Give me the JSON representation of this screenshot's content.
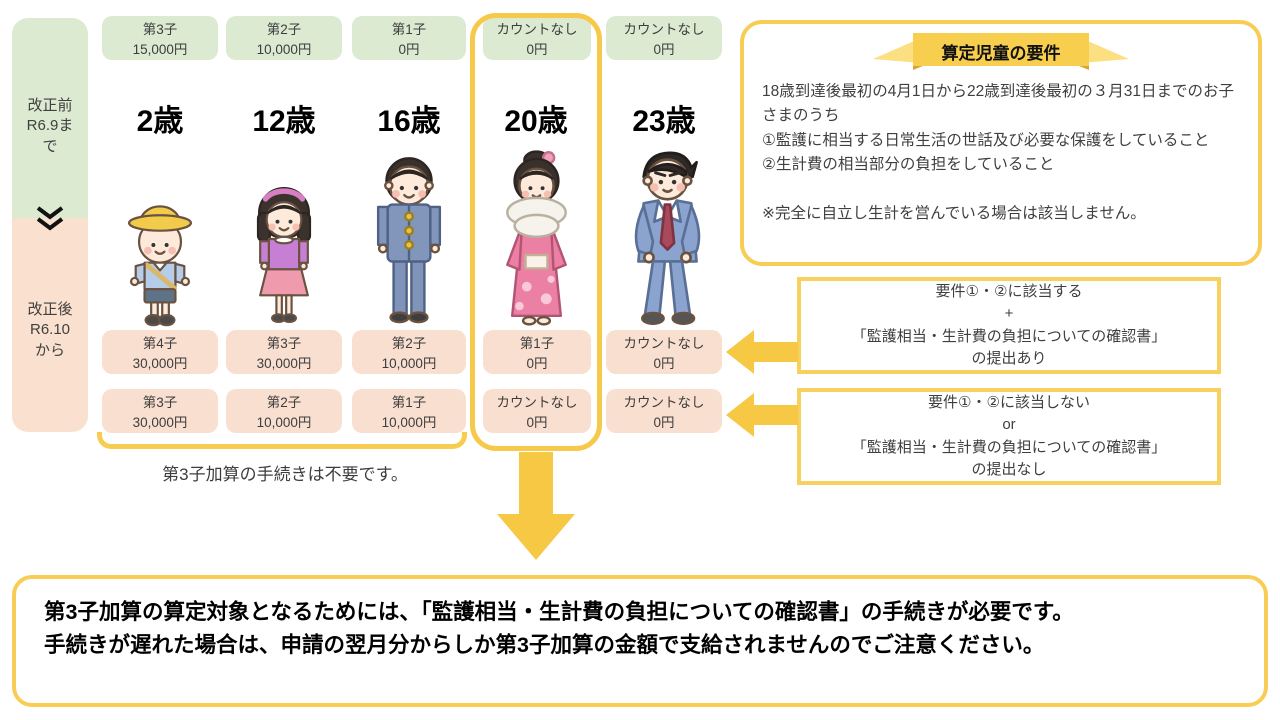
{
  "colors": {
    "green_badge": "#dcead2",
    "pink_badge": "#f9dfd0",
    "yellow_accent": "#f6c843",
    "yellow_border": "#f8cd55"
  },
  "sidebar": {
    "before_label": "改正前\nR6.9ま\nで",
    "after_label": "改正後\nR6.10\nから"
  },
  "columns": [
    {
      "age": "2歳",
      "before_badge": {
        "label": "第3子",
        "amount": "15,000円"
      },
      "after_badge_1": {
        "label": "第4子",
        "amount": "30,000円"
      },
      "after_badge_2": {
        "label": "第3子",
        "amount": "30,000円"
      },
      "figure": "kindergarten-boy"
    },
    {
      "age": "12歳",
      "before_badge": {
        "label": "第2子",
        "amount": "10,000円"
      },
      "after_badge_1": {
        "label": "第3子",
        "amount": "30,000円"
      },
      "after_badge_2": {
        "label": "第2子",
        "amount": "10,000円"
      },
      "figure": "schoolgirl"
    },
    {
      "age": "16歳",
      "before_badge": {
        "label": "第1子",
        "amount": "0円"
      },
      "after_badge_1": {
        "label": "第2子",
        "amount": "10,000円"
      },
      "after_badge_2": {
        "label": "第1子",
        "amount": "10,000円"
      },
      "figure": "student-boy"
    },
    {
      "age": "20歳",
      "before_badge": {
        "label": "カウントなし",
        "amount": "0円"
      },
      "after_badge_1": {
        "label": "第1子",
        "amount": "0円"
      },
      "after_badge_2": {
        "label": "カウントなし",
        "amount": "0円"
      },
      "figure": "kimono-woman"
    },
    {
      "age": "23歳",
      "before_badge": {
        "label": "カウントなし",
        "amount": "0円"
      },
      "after_badge_1": {
        "label": "カウントなし",
        "amount": "0円"
      },
      "after_badge_2": {
        "label": "カウントなし",
        "amount": "0円"
      },
      "figure": "suit-man"
    }
  ],
  "bracket_note": "第3子加算の手続きは不要です。",
  "requirements_box": {
    "title": "算定児童の要件",
    "body": "18歳到達後最初の4月1日から22歳到達後最初の３月31日までのお子さまのうち\n①監護に相当する日常生活の世話及び必要な保護をしていること\n②生計費の相当部分の負担をしていること\n\n※完全に自立し生計を営んでいる場合は該当しません。"
  },
  "condition_boxes": [
    {
      "line1": "要件①・②に該当する",
      "line2": "+",
      "line3": "「監護相当・生計費の負担についての確認書」",
      "line4": "の提出あり"
    },
    {
      "line1": "要件①・②に該当しない",
      "line2": "or",
      "line3": "「監護相当・生計費の負担についての確認書」",
      "line4": "の提出なし"
    }
  ],
  "warning": "第3子加算の算定対象となるためには、「監護相当・生計費の負担についての確認書」の手続きが必要です。\n手続きが遅れた場合は、申請の翌月分からしか第3子加算の金額で支給されませんのでご注意ください。"
}
